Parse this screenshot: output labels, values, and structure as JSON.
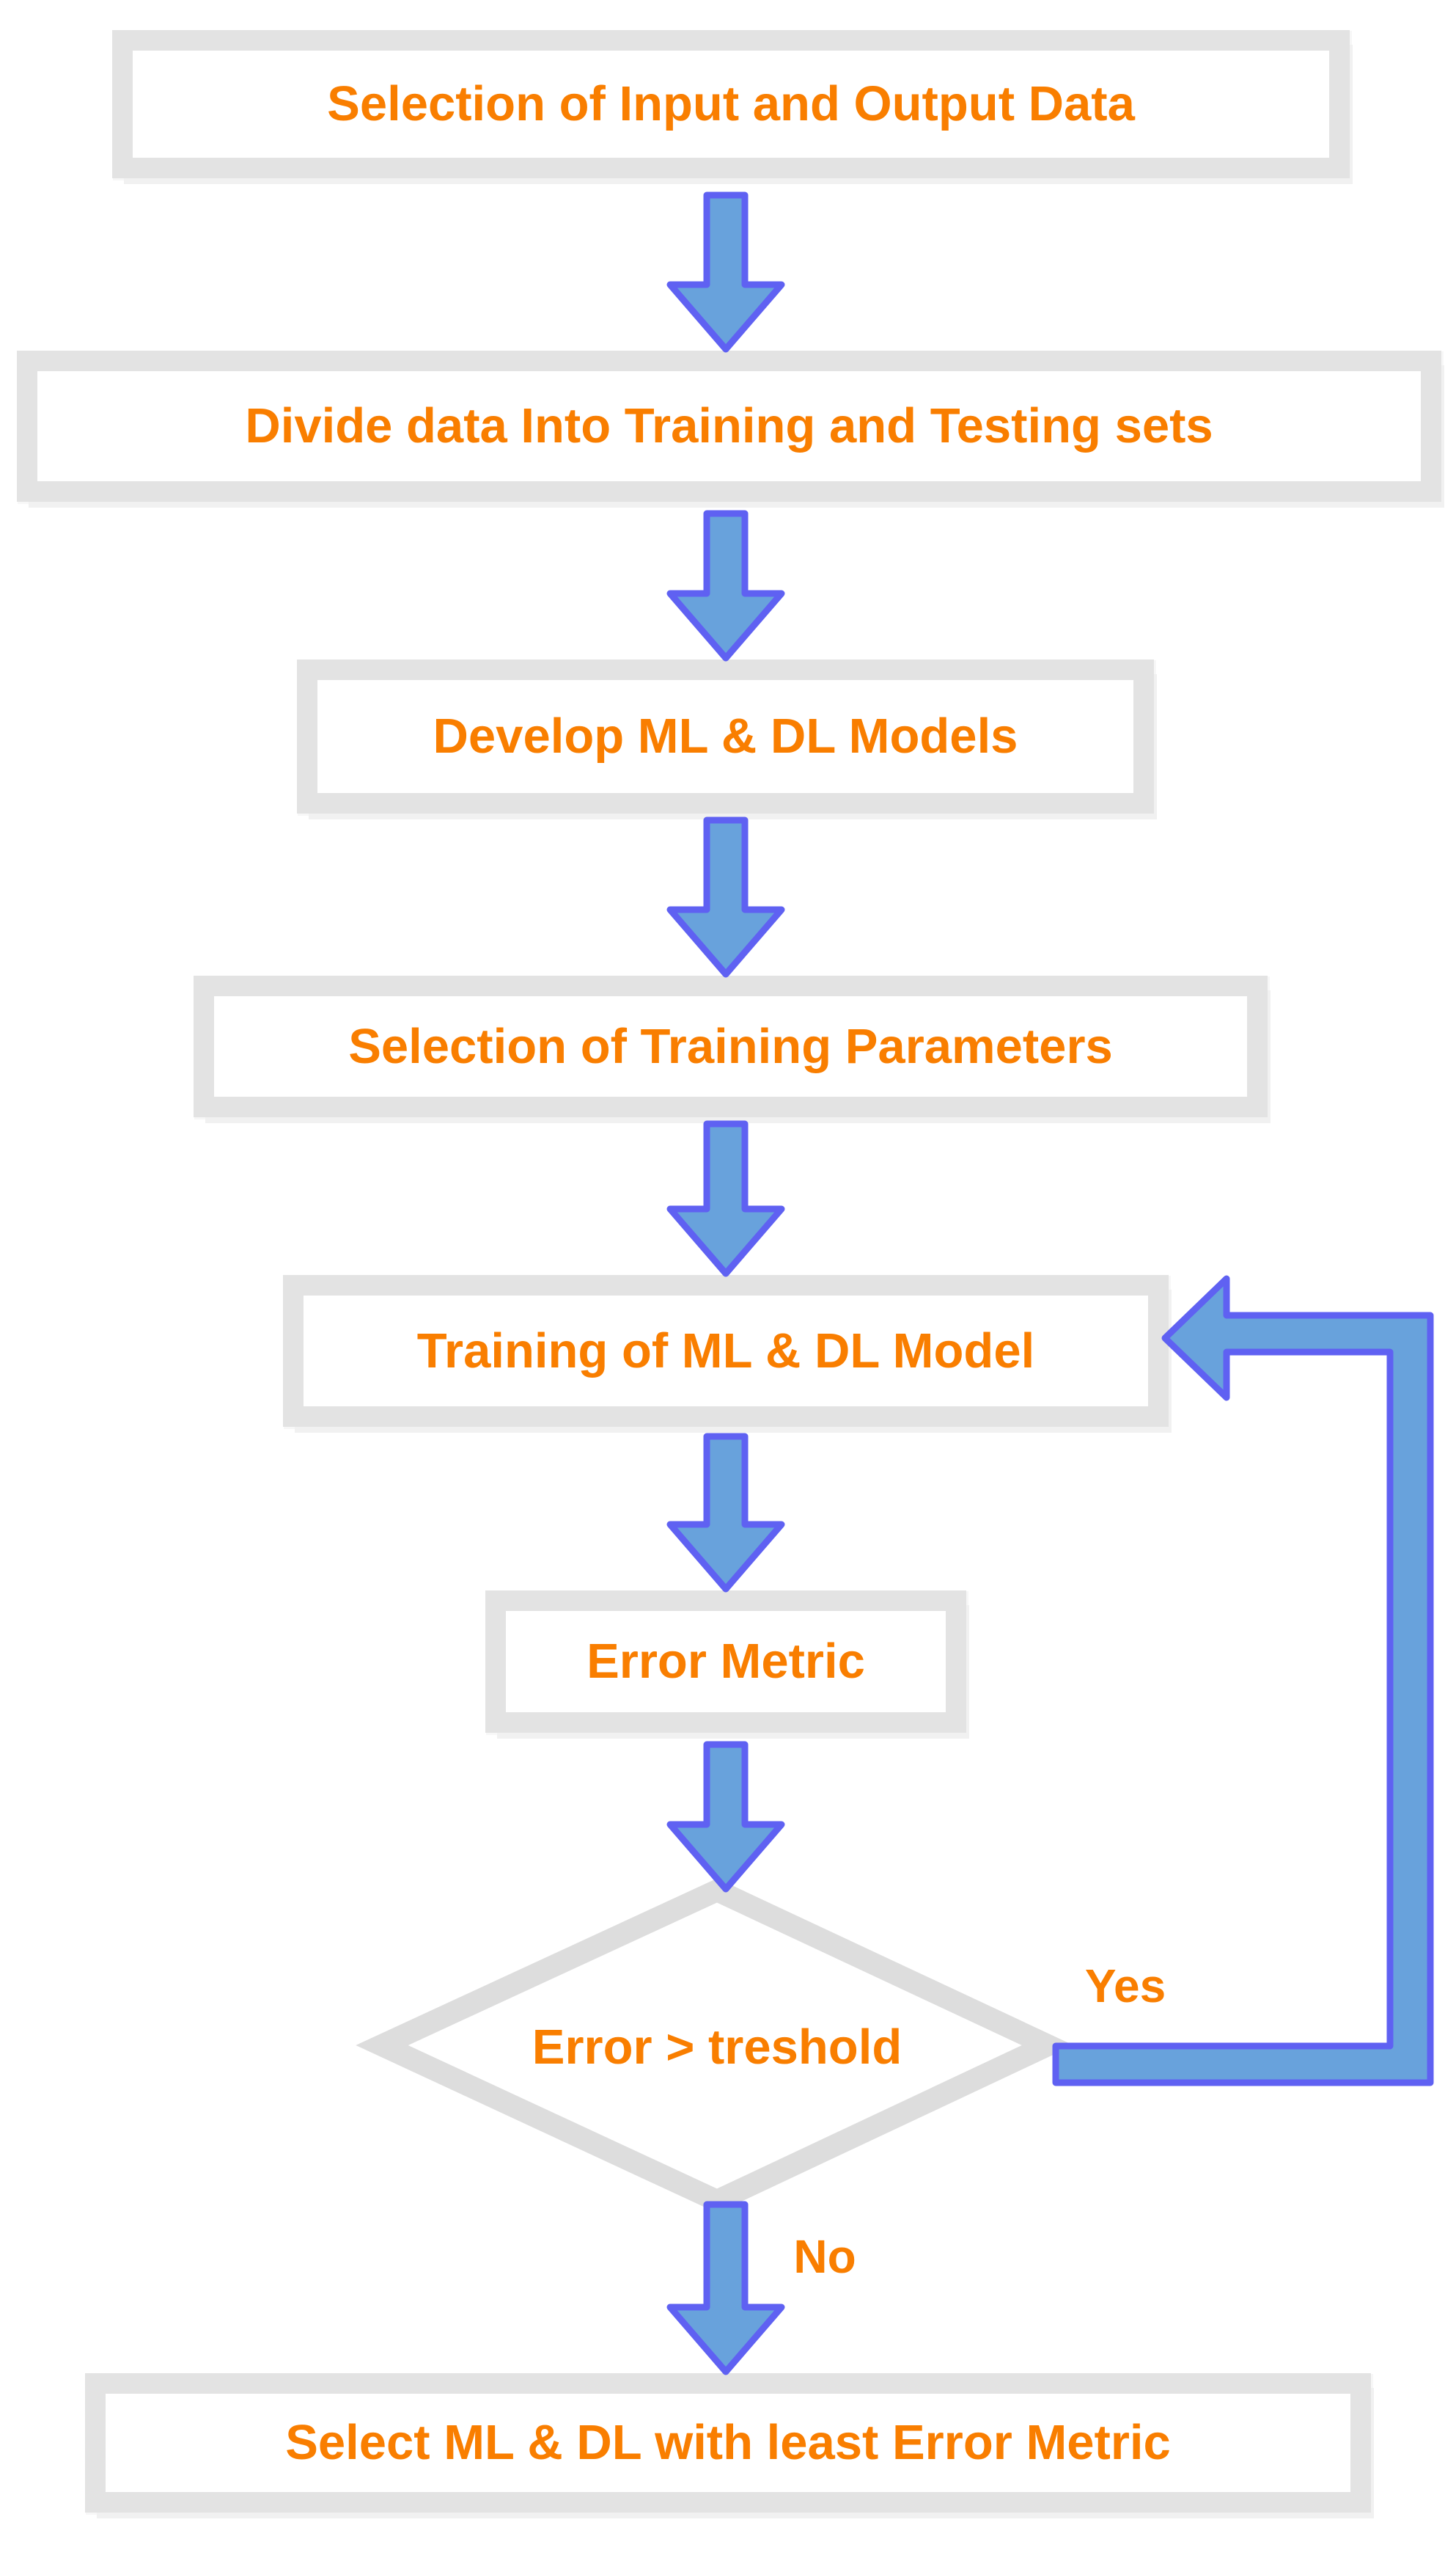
{
  "flowchart": {
    "nodes": [
      {
        "id": "select-io",
        "type": "process",
        "label": "Selection of Input and Output Data"
      },
      {
        "id": "divide-data",
        "type": "process",
        "label": "Divide data Into Training and Testing sets"
      },
      {
        "id": "develop-models",
        "type": "process",
        "label": "Develop ML & DL Models"
      },
      {
        "id": "training-params",
        "type": "process",
        "label": "Selection of Training Parameters"
      },
      {
        "id": "train-model",
        "type": "process",
        "label": "Training of ML & DL Model"
      },
      {
        "id": "error-metric",
        "type": "process",
        "label": "Error Metric"
      },
      {
        "id": "error-threshold-decision",
        "type": "decision",
        "label": "Error > treshold"
      },
      {
        "id": "select-best",
        "type": "process",
        "label": "Select ML & DL with least Error Metric"
      }
    ],
    "edge_labels": {
      "yes": "Yes",
      "no": "No"
    },
    "colors": {
      "text": "#F97E00",
      "box_fill": "#FFFFFF",
      "box_border": "#E3E3E3",
      "diamond_border": "#DDDDDD",
      "arrow_fill": "#68A2DC",
      "arrow_stroke": "#5F61F2",
      "page_background": "#FFFFFF"
    }
  }
}
